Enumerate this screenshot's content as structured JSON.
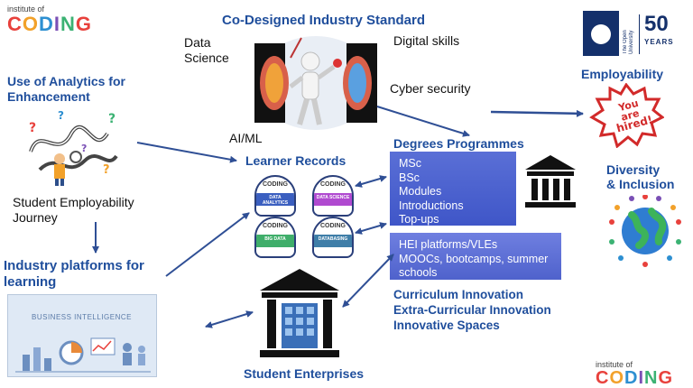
{
  "logos": {
    "top_left": {
      "small": "institute of",
      "big": "CODING"
    },
    "bottom_right": {
      "small": "institute of",
      "big": "CODING"
    },
    "open_university": {
      "name": "The Open University",
      "years_num": "50",
      "years_word": "YEARS"
    }
  },
  "title": "Co-Designed Industry Standard",
  "center_labels": {
    "data_science_1": "Data",
    "data_science_2": "Science",
    "digital_skills": "Digital skills",
    "cyber_security": "Cyber security",
    "ai_ml": "AI/ML"
  },
  "analytics": {
    "title_1": "Use of Analytics for",
    "title_2": "Enhancement",
    "journey_1": "Student Employability",
    "journey_2": "Journey"
  },
  "industry": {
    "title_1": "Industry platforms for",
    "title_2": "learning",
    "card_label": "BUSINESS INTELLIGENCE"
  },
  "learner_records": {
    "title": "Learner Records",
    "badges": [
      {
        "top": "CODING",
        "label": "DATA ANALYTICS"
      },
      {
        "top": "CODING",
        "label": "DATA SCIENCE"
      },
      {
        "top": "CODING",
        "label": "BIG DATA"
      },
      {
        "top": "CODING",
        "label": "DATABASING"
      }
    ]
  },
  "degrees": {
    "title": "Degrees Programmes",
    "items": [
      "MSc",
      "BSc",
      "Modules",
      "Introductions",
      "Top-ups"
    ]
  },
  "hei": {
    "line1": "HEI platforms/VLEs",
    "line2": "MOOCs, bootcamps, summer",
    "line3": "schools"
  },
  "innovation": {
    "line1": "Curriculum Innovation",
    "line2": "Extra-Curricular Innovation",
    "line3": "Innovative Spaces"
  },
  "student_enterprises": "Student Enterprises",
  "employability": {
    "title": "Employability",
    "stamp_1": "You",
    "stamp_2": "are",
    "stamp_3": "hired!"
  },
  "diversity": {
    "line1": "Diversity",
    "line2": "& Inclusion"
  },
  "colors": {
    "title_blue": "#1f4e9c",
    "box_blue": "#4a5fd0",
    "arrow_blue": "#2f4f95",
    "stamp_red": "#d22a2a"
  }
}
